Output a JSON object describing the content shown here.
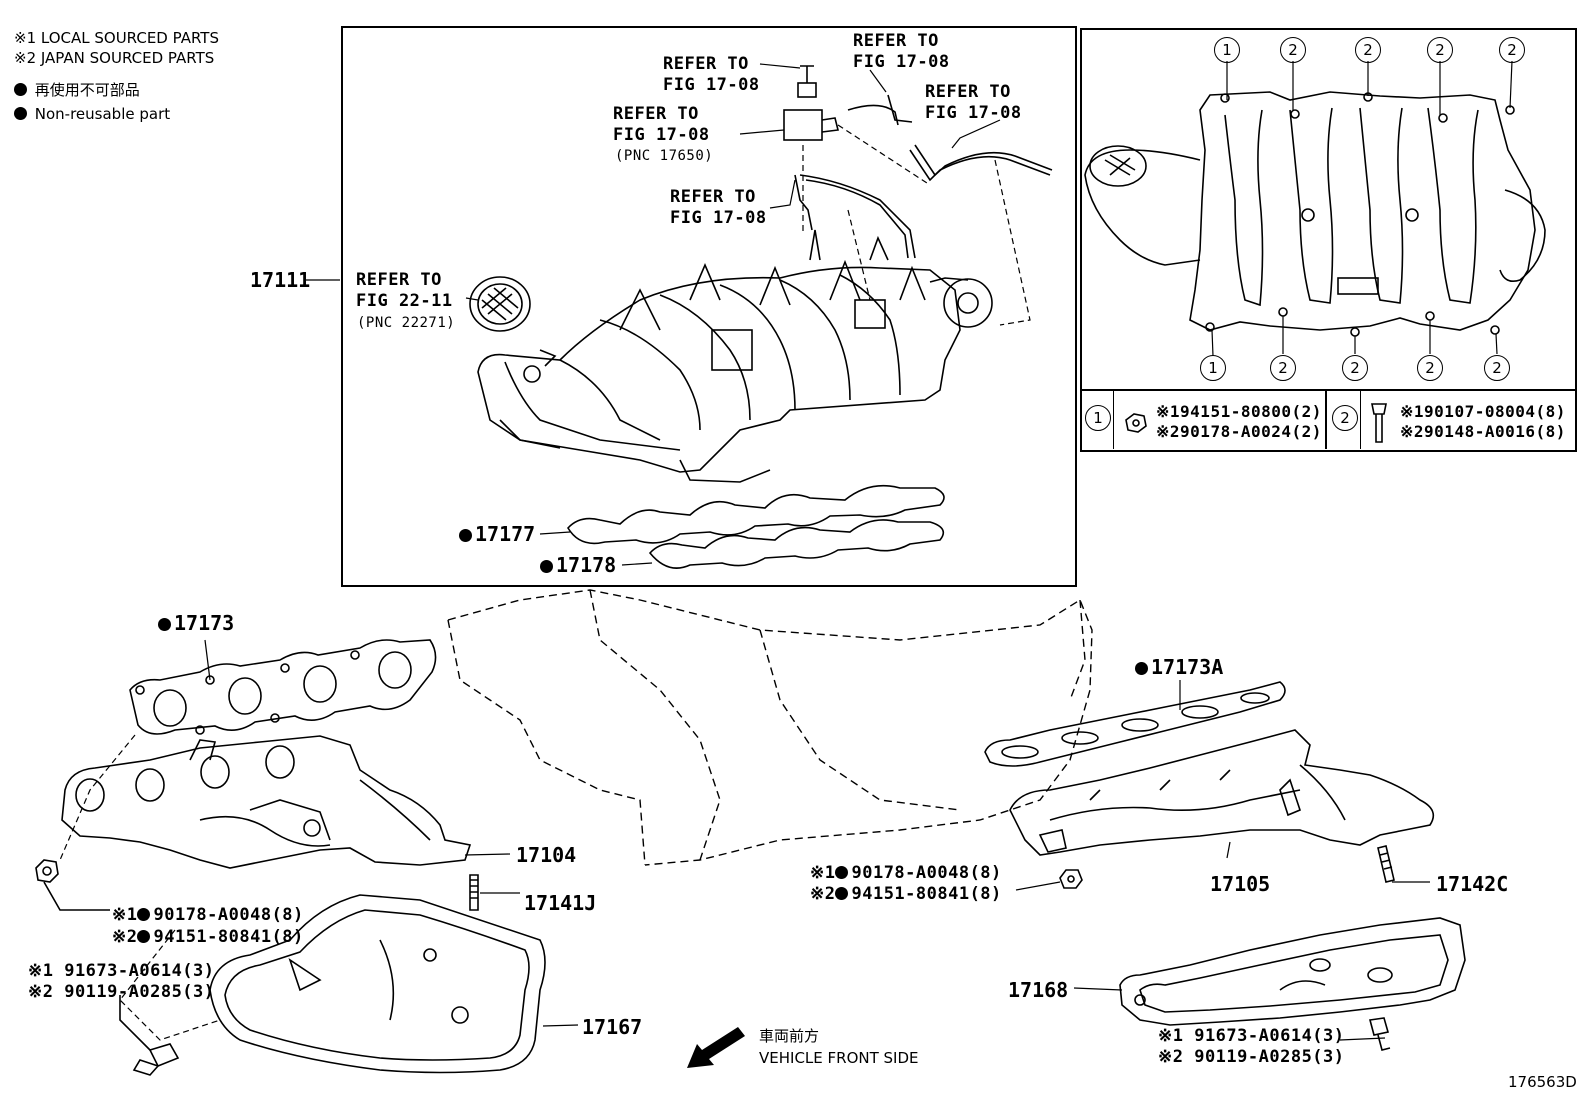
{
  "legend": {
    "local_sourced": "※1 LOCAL SOURCED PARTS",
    "japan_sourced": "※2 JAPAN SOURCED PARTS",
    "non_reusable_jp": "再使用不可部品",
    "non_reusable_en": "Non-reusable part"
  },
  "intake": {
    "main_part": "17111",
    "refer_1": "REFER TO\nFIG 17-08",
    "refer_2": "REFER TO\nFIG 17-08",
    "refer_3": "REFER TO\nFIG 17-08",
    "refer_3_pnc": "(PNC 17650)",
    "refer_4": "REFER TO\nFIG 17-08",
    "refer_5": "REFER TO\nFIG 17-08",
    "refer_22": "REFER TO\nFIG 22-11",
    "refer_22_pnc": "(PNC 22271)",
    "gasket_a": "17177",
    "gasket_b": "17178"
  },
  "bolt_table": {
    "marker_1": "1",
    "marker_2": "2",
    "row1_local": "※194151-80800(2)",
    "row1_japan": "※290178-A0024(2)",
    "row2_local": "※190107-08004(8)",
    "row2_japan": "※290148-A0016(8)"
  },
  "exhaust_left": {
    "gasket": "17173",
    "manifold": "17104",
    "stud": "17141J",
    "nut_local": "※1",
    "nut_local_pn": "90178-A0048(8)",
    "nut_japan": "※2",
    "nut_japan_pn": "94151-80841(8)",
    "bolt_local": "※1 91673-A0614(3)",
    "bolt_japan": "※2 90119-A0285(3)",
    "heat_insulator": "17167"
  },
  "exhaust_right": {
    "gasket": "17173A",
    "manifold": "17105",
    "stud": "17142C",
    "nut_local": "※1",
    "nut_local_pn": "90178-A0048(8)",
    "nut_japan": "※2",
    "nut_japan_pn": "94151-80841(8)",
    "heat_insulator": "17168",
    "bolt_local": "※1 91673-A0614(3)",
    "bolt_japan": "※2 90119-A0285(3)"
  },
  "front": {
    "jp": "車両前方",
    "en": "VEHICLE FRONT SIDE"
  },
  "figure_id": "176563D"
}
